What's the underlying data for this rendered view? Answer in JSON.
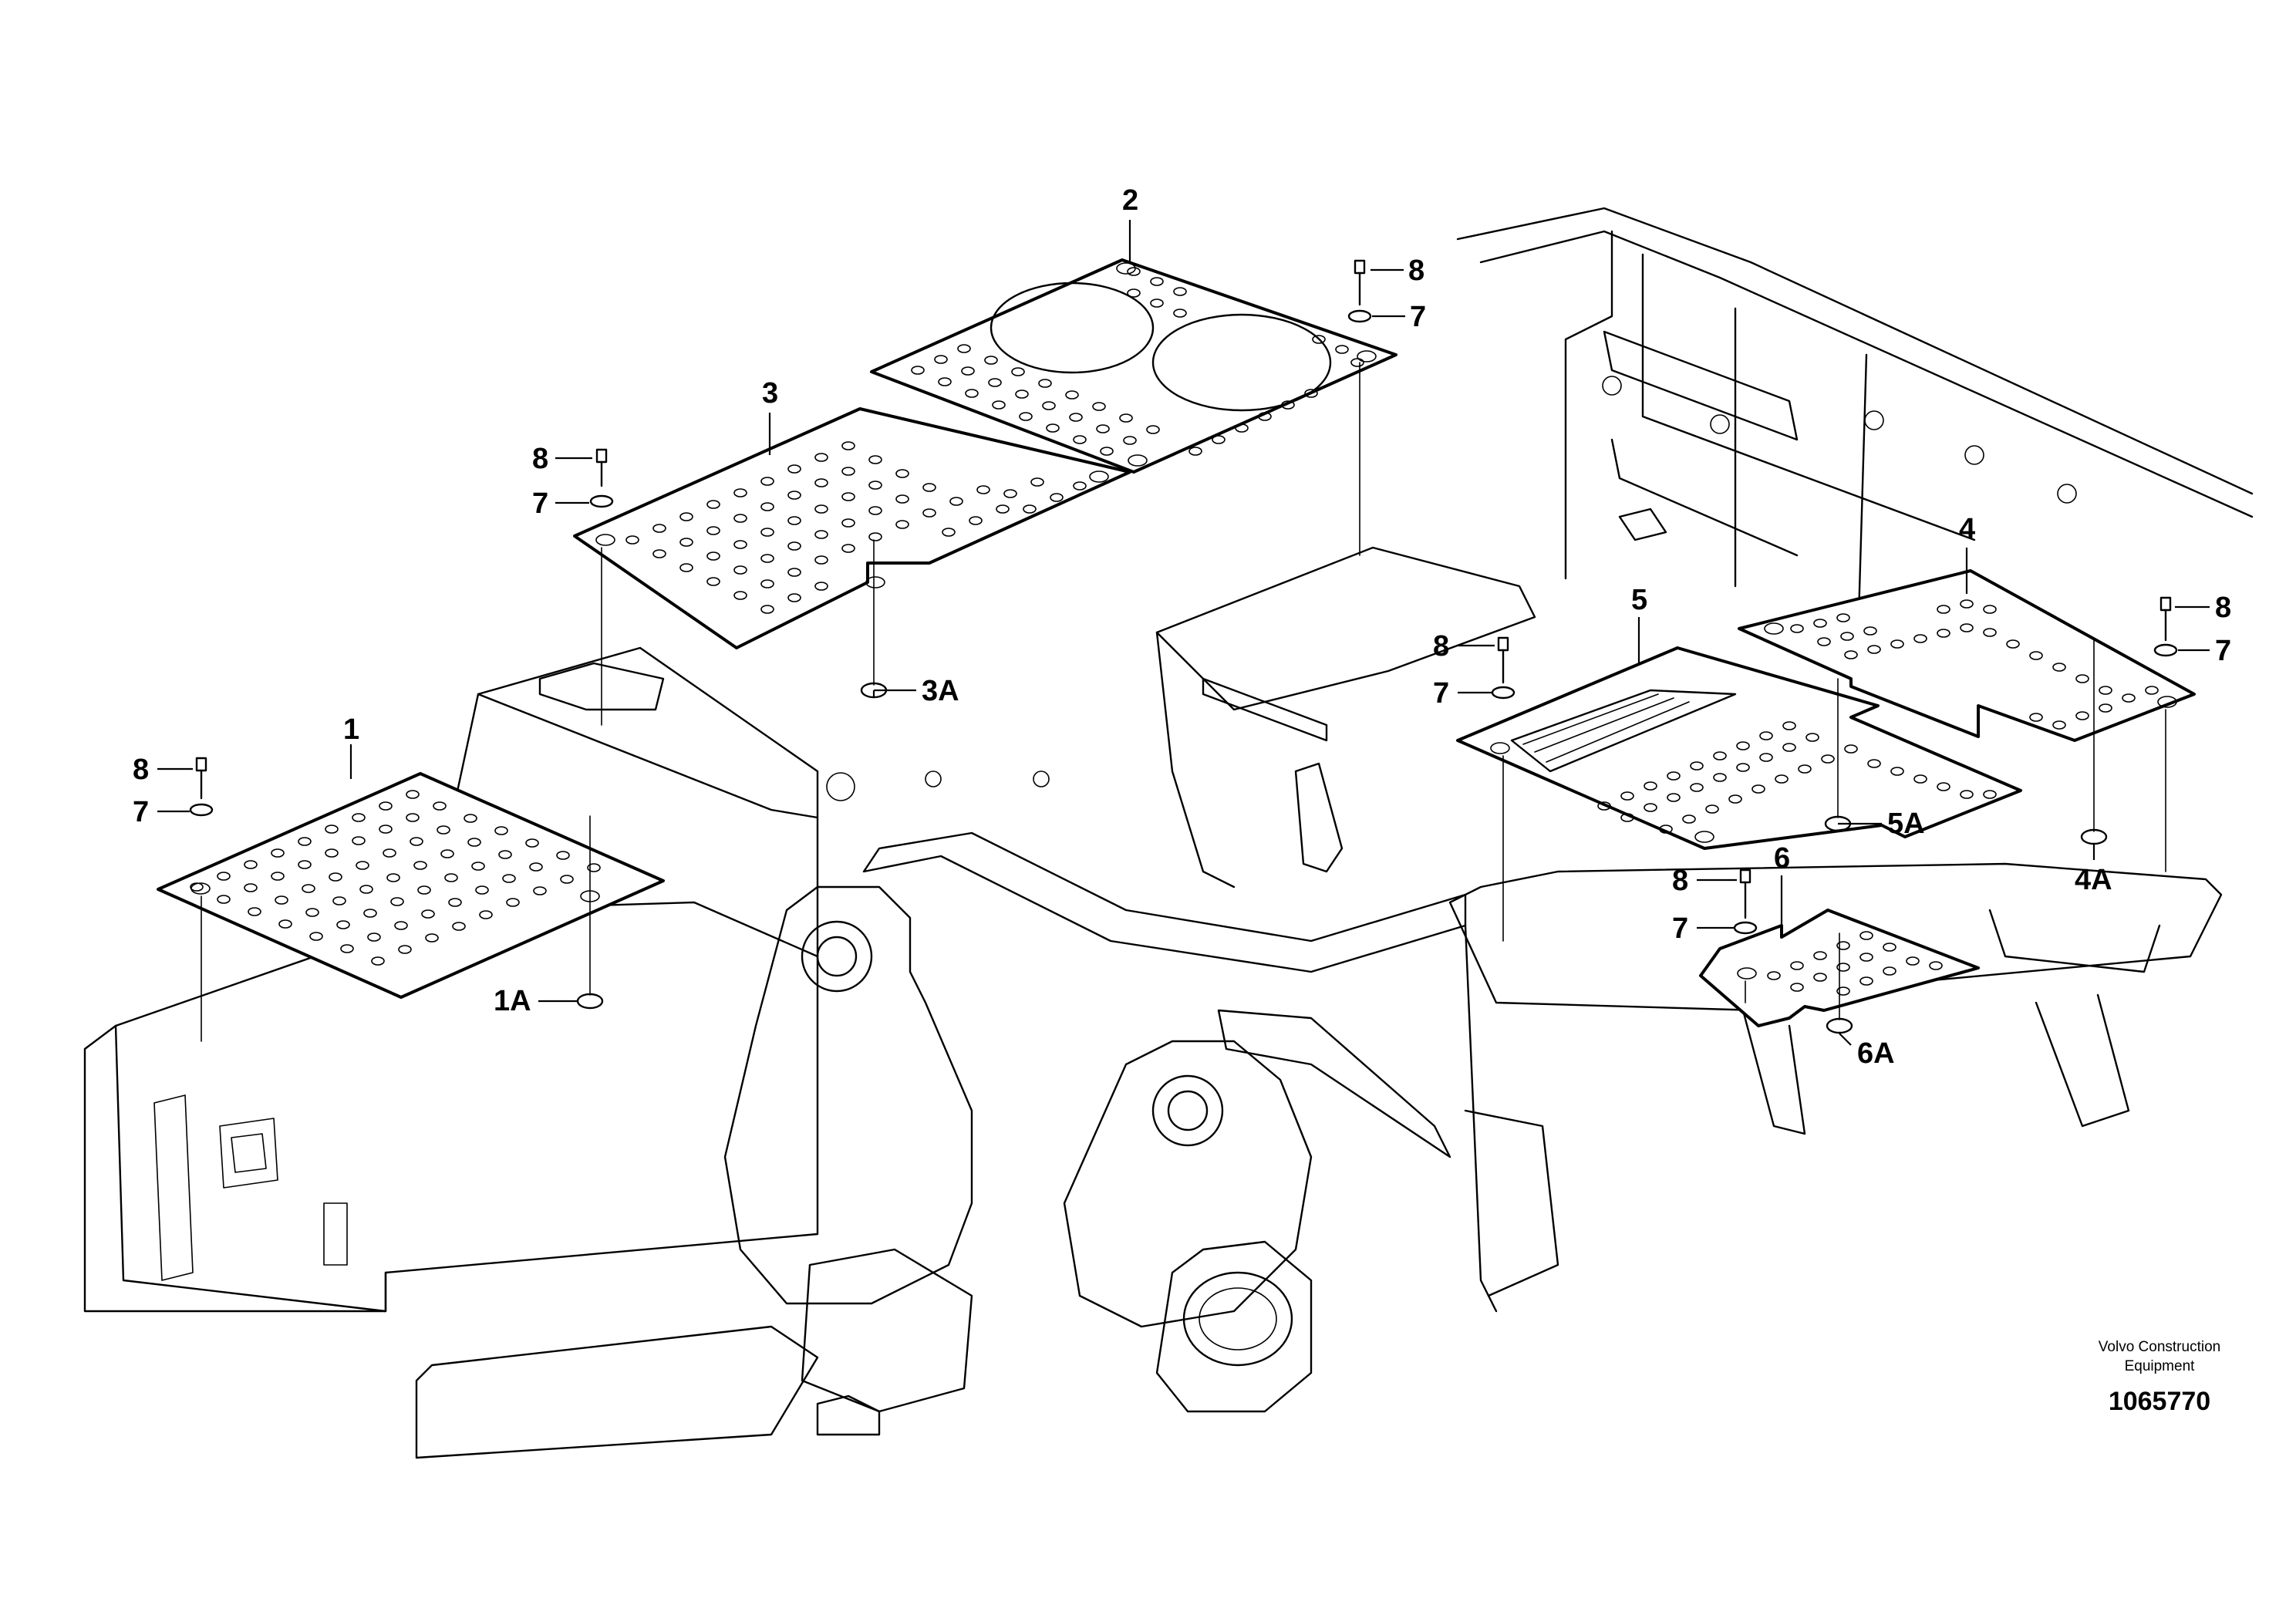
{
  "callouts": {
    "c1": "1",
    "c1a": "1A",
    "c2": "2",
    "c3": "3",
    "c3a": "3A",
    "c4": "4",
    "c4a": "4A",
    "c5": "5",
    "c5a": "5A",
    "c6": "6",
    "c6a": "6A",
    "c7": "7",
    "c8": "8"
  },
  "footer": {
    "brand_line1": "Volvo Construction",
    "brand_line2": "Equipment",
    "doc_number": "1065770"
  }
}
